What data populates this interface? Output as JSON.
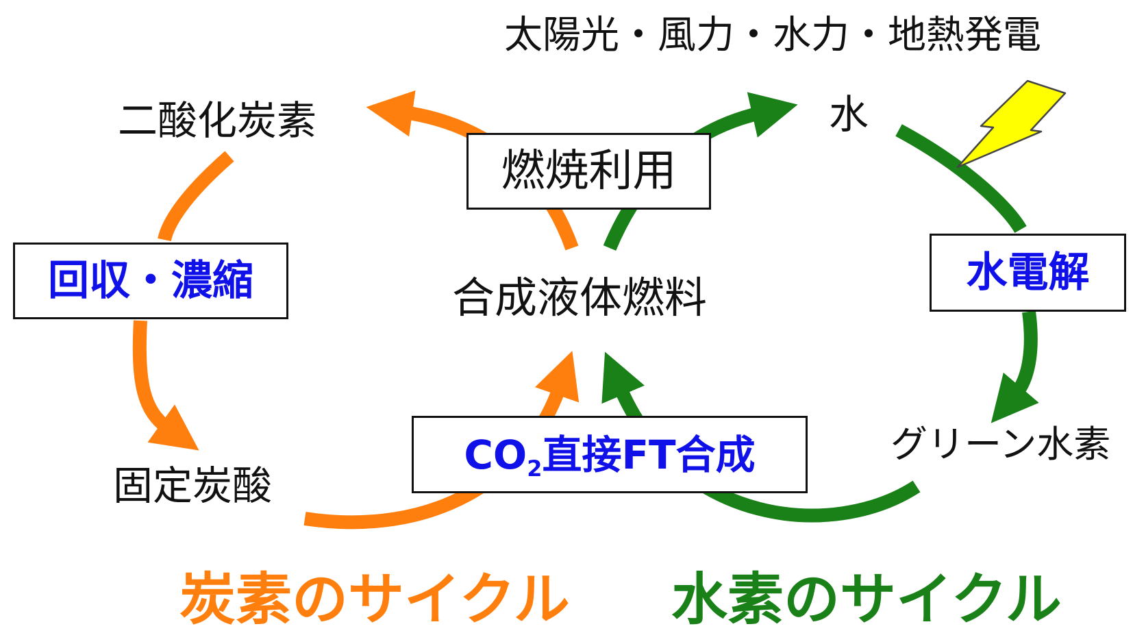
{
  "colors": {
    "carbon": "#ff7f0e",
    "hydrogen": "#1a8018",
    "process_text": "#1010e8",
    "lightning": "#ffff00",
    "text": "#111111"
  },
  "labels": {
    "renewable_power": "太陽光・風力・水力・地熱発電",
    "co2": "二酸化炭素",
    "water": "水",
    "synthetic_fuel": "合成液体燃料",
    "fixed_carbonate": "固定炭酸",
    "green_hydrogen": "グリーン水素"
  },
  "processes": {
    "combustion": "燃焼利用",
    "capture": "回収・濃縮",
    "electrolysis": "水電解",
    "ft_prefix": "CO",
    "ft_subscript": "2",
    "ft_suffix": "直接FT合成"
  },
  "cycles": {
    "carbon": "炭素のサイクル",
    "hydrogen": "水素のサイクル"
  },
  "icons": {
    "lightning": "lightning-bolt-icon"
  }
}
